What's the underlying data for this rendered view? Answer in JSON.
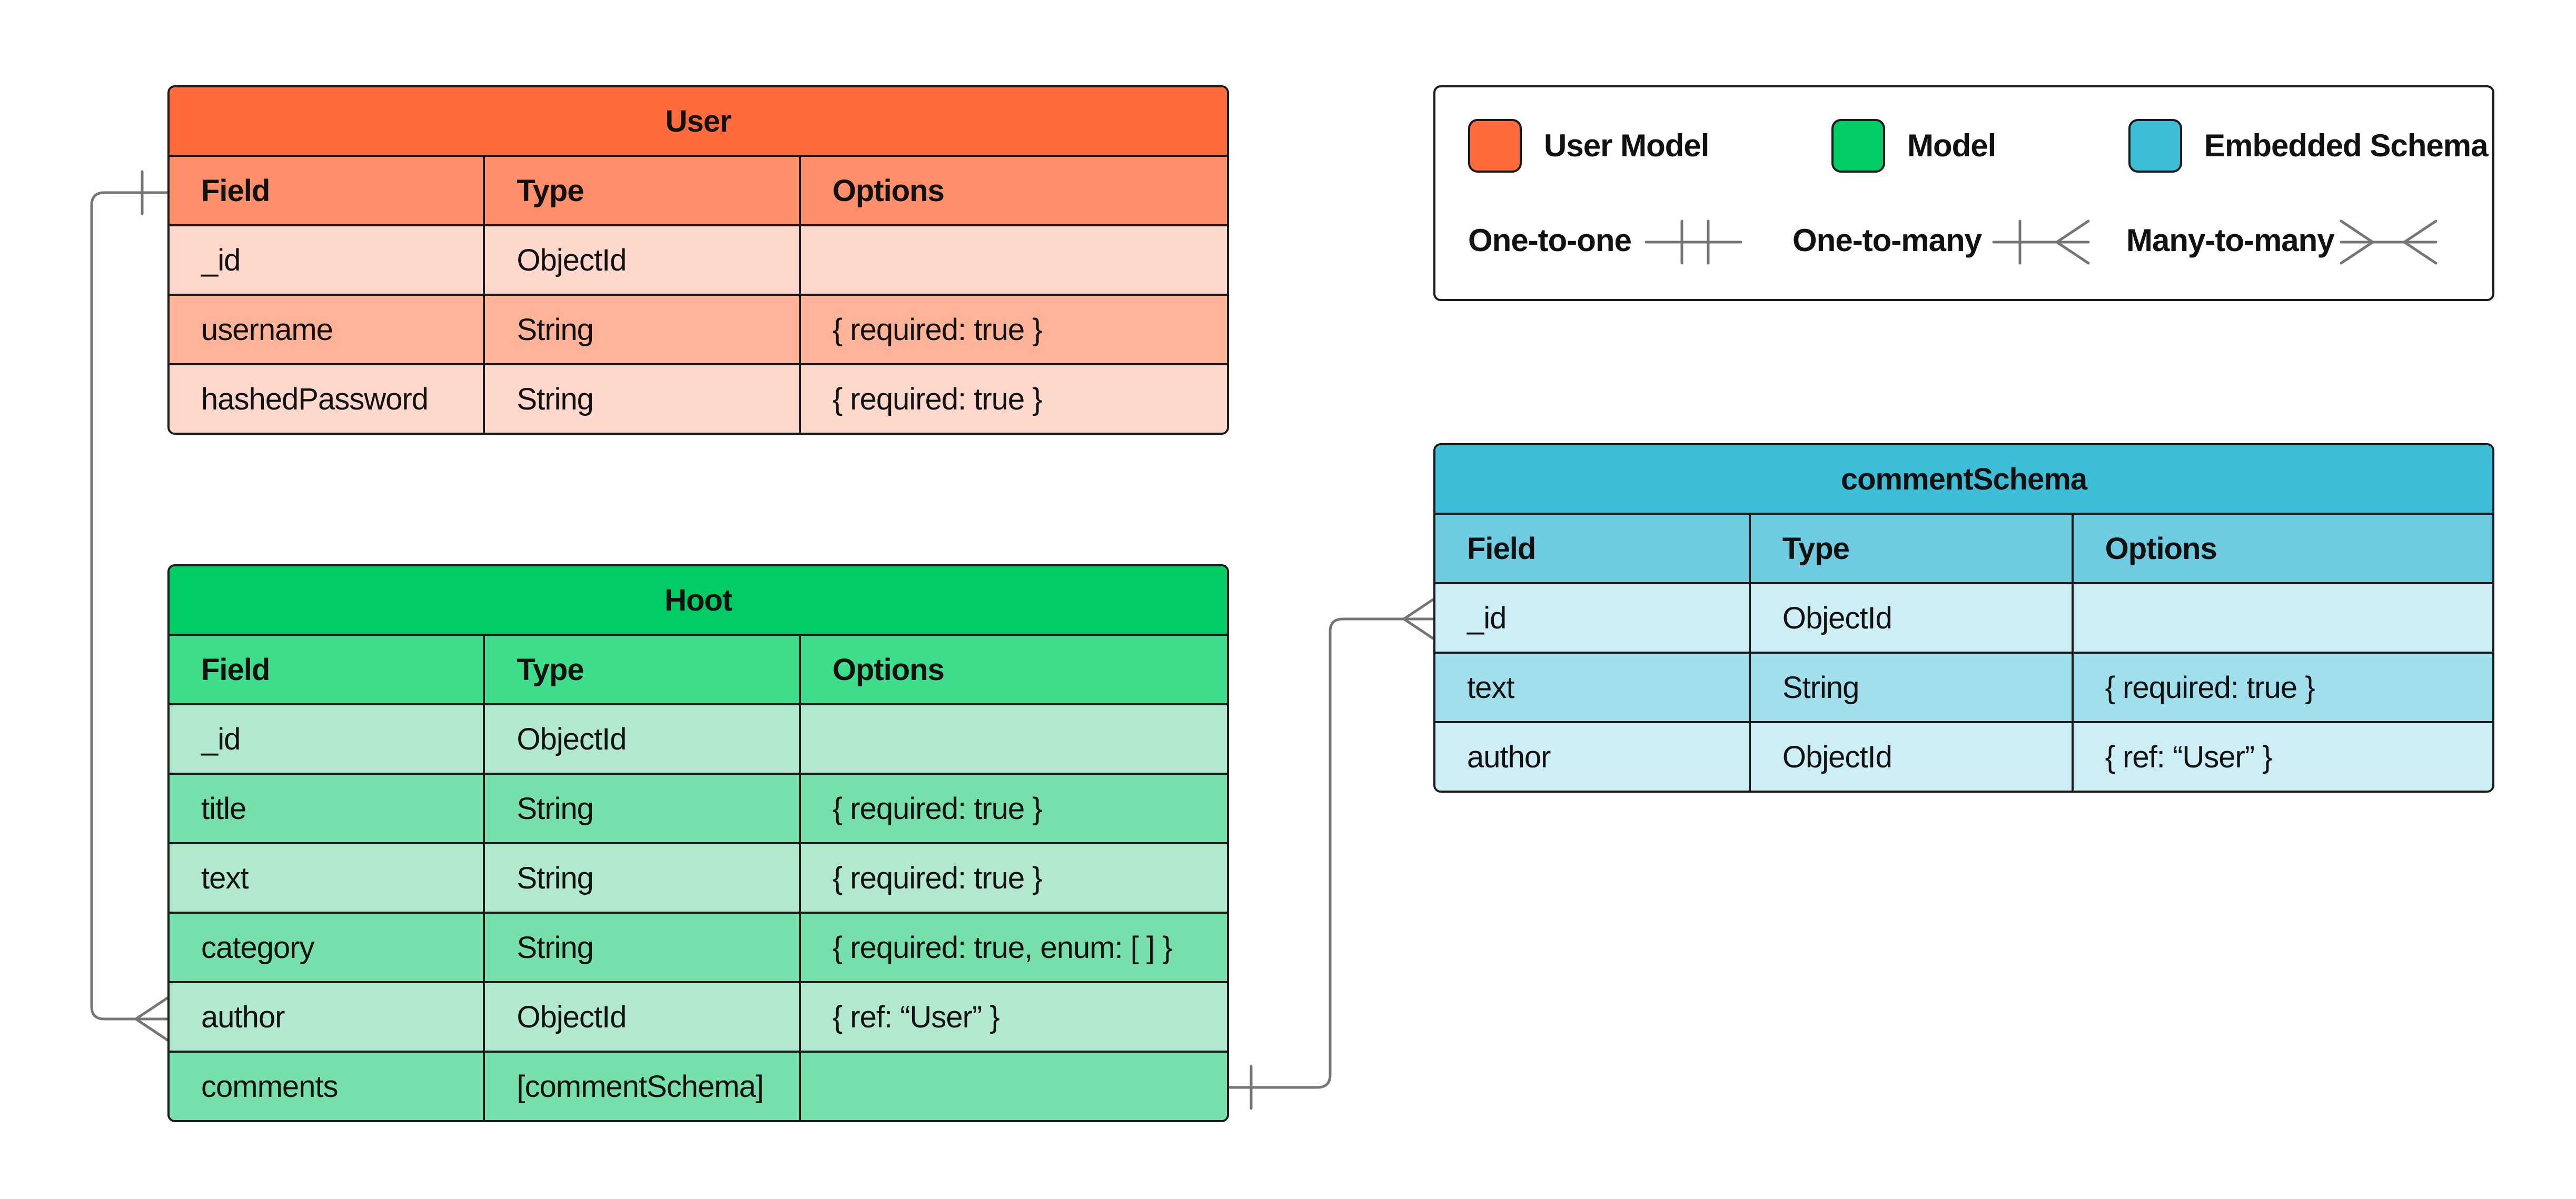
{
  "colors": {
    "user_title": "#FF6B3C",
    "user_header": "#FF8E6A",
    "user_row_a": "#FFD8CD",
    "user_row_b": "#FFB49A",
    "hoot_title": "#00CC66",
    "hoot_header": "#3EDD8C",
    "hoot_row_a": "#B2E8CE",
    "hoot_row_b": "#77DFAA",
    "comment_title": "#3DBDD6",
    "comment_header": "#6FCCE0",
    "comment_row_a": "#CCEEF4",
    "comment_row_b": "#A0DFEB",
    "connector": "#757575",
    "border": "#1B1B1B"
  },
  "tables": {
    "user": {
      "title": "User",
      "headers": [
        "Field",
        "Type",
        "Options"
      ],
      "rows": [
        [
          "_id",
          "ObjectId",
          ""
        ],
        [
          "username",
          "String",
          "{ required: true }"
        ],
        [
          "hashedPassword",
          "String",
          "{ required: true }"
        ]
      ]
    },
    "hoot": {
      "title": "Hoot",
      "headers": [
        "Field",
        "Type",
        "Options"
      ],
      "rows": [
        [
          "_id",
          "ObjectId",
          ""
        ],
        [
          "title",
          "String",
          "{ required: true }"
        ],
        [
          "text",
          "String",
          "{ required: true }"
        ],
        [
          "category",
          "String",
          "{ required: true, enum: [ ] }"
        ],
        [
          "author",
          "ObjectId",
          "{ ref: “User” }"
        ],
        [
          "comments",
          "[commentSchema]",
          ""
        ]
      ]
    },
    "comment": {
      "title": "commentSchema",
      "headers": [
        "Field",
        "Type",
        "Options"
      ],
      "rows": [
        [
          "_id",
          "ObjectId",
          ""
        ],
        [
          "text",
          "String",
          "{ required: true }"
        ],
        [
          "author",
          "ObjectId",
          "{ ref: “User” }"
        ]
      ]
    }
  },
  "legend": {
    "user_model": "User Model",
    "model": "Model",
    "embedded_schema": "Embedded Schema",
    "one_to_one": "One-to-one",
    "one_to_many": "One-to-many",
    "many_to_many": "Many-to-many"
  }
}
